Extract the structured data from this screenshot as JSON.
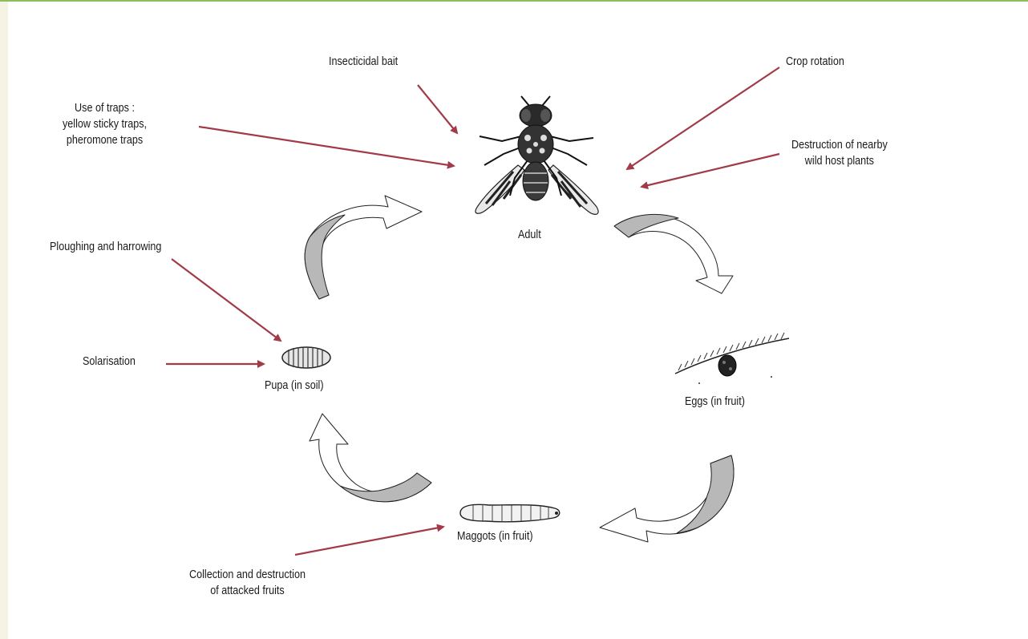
{
  "stages": {
    "adult": "Adult",
    "eggs": "Eggs (in fruit)",
    "maggots": "Maggots (in fruit)",
    "pupa": "Pupa (in soil)"
  },
  "controls": {
    "insecticidal_bait": "Insecticidal bait",
    "crop_rotation": "Crop rotation",
    "traps": [
      "Use of traps :",
      "yellow sticky traps,",
      "pheromone traps"
    ],
    "destruction_wild_hosts": [
      "Destruction of nearby",
      "wild host plants"
    ],
    "ploughing": "Ploughing and harrowing",
    "solarisation": "Solarisation",
    "collection": [
      "Collection and destruction",
      "of attacked fruits"
    ]
  },
  "colors": {
    "control_arrow": "#a23a48",
    "cycle_arrow_fill": "#b8b8b8",
    "top_rule": "#8bbf5a",
    "left_strip": "#f6f2e4"
  }
}
